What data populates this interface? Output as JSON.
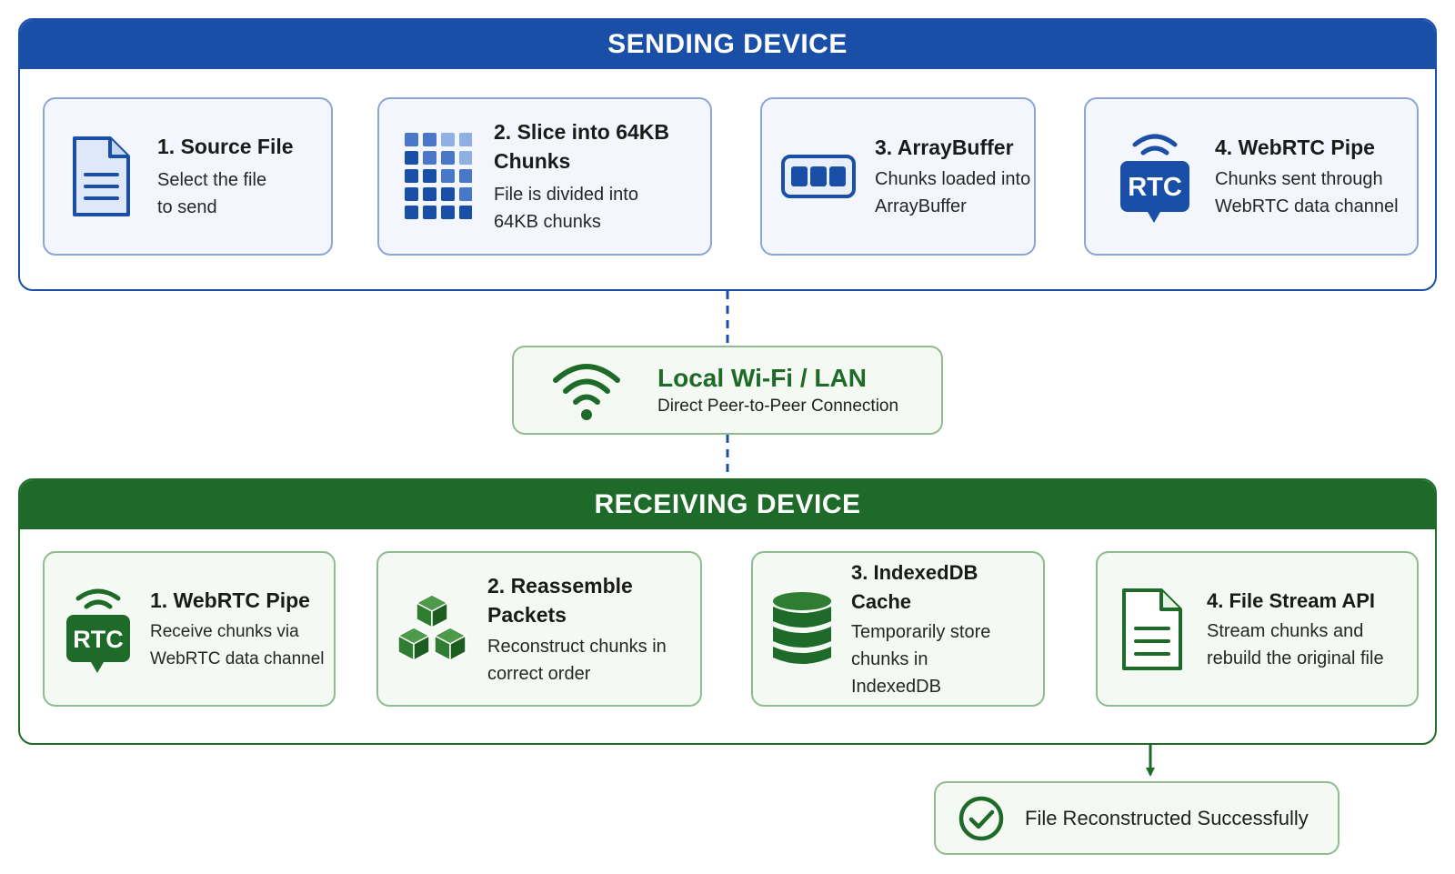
{
  "sending": {
    "title": "SENDING DEVICE",
    "steps": [
      {
        "title": "1. Source File",
        "desc": "Select the file to send",
        "icon": "document-icon"
      },
      {
        "title": "2. Slice into 64KB Chunks",
        "desc": "File is divided into 64KB chunks",
        "icon": "grid-chunks-icon"
      },
      {
        "title": "3. ArrayBuffer",
        "desc": "Chunks loaded into ArrayBuffer",
        "icon": "buffer-icon"
      },
      {
        "title": "4. WebRTC Pipe",
        "desc": "Chunks sent through WebRTC data channel",
        "icon": "rtc-icon"
      }
    ]
  },
  "network": {
    "title": "Local Wi-Fi / LAN",
    "subtitle": "Direct Peer-to-Peer Connection",
    "icon": "wifi-icon"
  },
  "receiving": {
    "title": "RECEIVING DEVICE",
    "steps": [
      {
        "title": "1. WebRTC Pipe",
        "desc": "Receive chunks via WebRTC data channel",
        "icon": "rtc-icon"
      },
      {
        "title": "2. Reassemble Packets",
        "desc": "Reconstruct chunks in correct order",
        "icon": "cubes-icon"
      },
      {
        "title": "3. IndexedDB Cache",
        "desc": "Temporarily store chunks in IndexedDB",
        "icon": "database-icon"
      },
      {
        "title": "4. File Stream API",
        "desc": "Stream chunks and rebuild the original file",
        "icon": "document-icon"
      }
    ]
  },
  "result": {
    "label": "File Reconstructed Successfully",
    "icon": "check-circle-icon"
  },
  "icon_labels": {
    "rtc": "RTC"
  },
  "colors": {
    "blue": "#1a4fa8",
    "blue_light": "#8aa6d6",
    "green": "#1e6a28",
    "green_light": "#8ebc8f"
  }
}
